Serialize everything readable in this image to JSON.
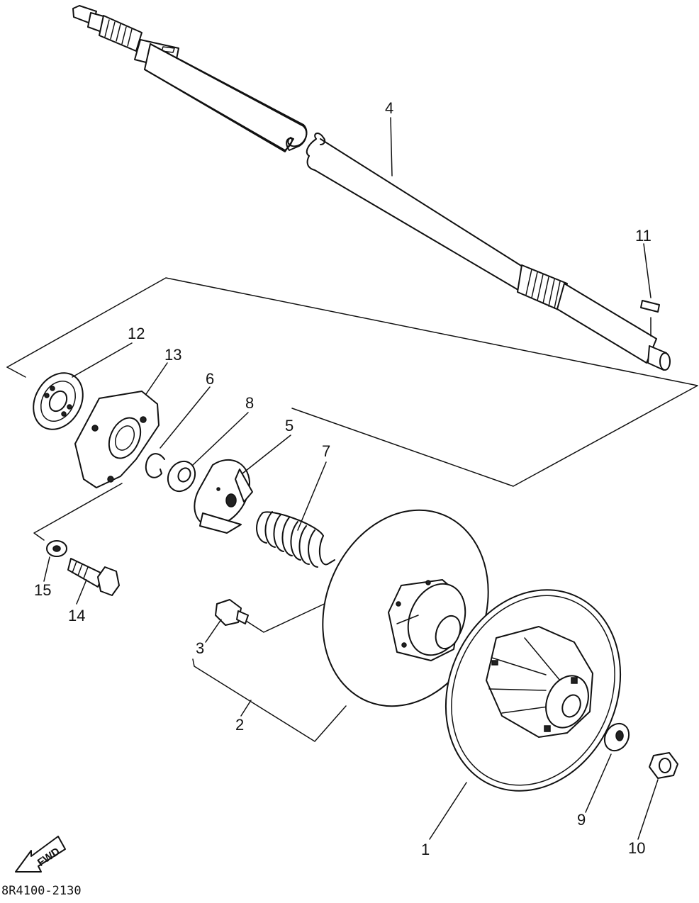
{
  "drawing_code": "8R4100-2130",
  "fwd_label": "FWD",
  "callouts": {
    "p1": "1",
    "p2": "2",
    "p3": "3",
    "p4": "4",
    "p5": "5",
    "p6": "6",
    "p7": "7",
    "p8": "8",
    "p9": "9",
    "p10": "10",
    "p11": "11",
    "p12": "12",
    "p13": "13",
    "p14": "14",
    "p15": "15"
  }
}
